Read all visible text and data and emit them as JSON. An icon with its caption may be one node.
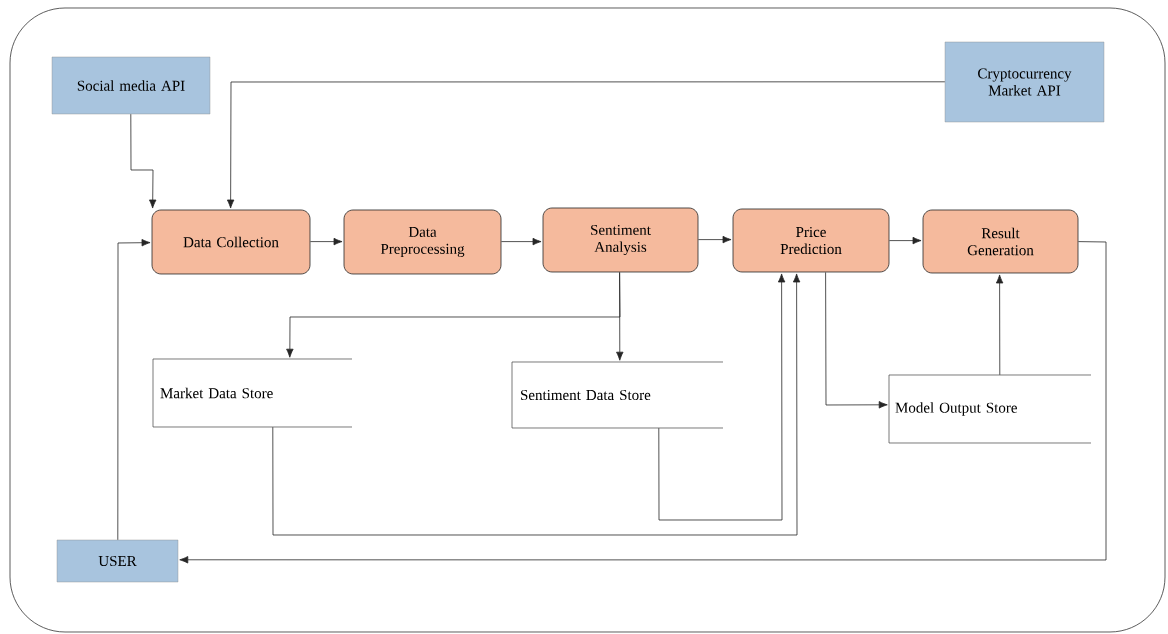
{
  "diagram": {
    "nodes": [
      {
        "text": [
          "Social media API"
        ]
      },
      {
        "text": [
          "Cryptocurrency Market API"
        ]
      },
      {
        "text": [
          "Data Collection"
        ]
      },
      {
        "text": [
          "Data Preprocessing"
        ]
      },
      {
        "text": [
          "Sentiment Analysis"
        ]
      },
      {
        "text": [
          "Price Prediction"
        ]
      },
      {
        "text": [
          "Result Generation"
        ]
      },
      {
        "text": [
          "Market Data Store"
        ]
      },
      {
        "text": [
          "Sentiment Data Store"
        ]
      },
      {
        "text": [
          "Model Output Store"
        ]
      },
      {
        "text": [
          "USER"
        ]
      }
    ],
    "edges": [
      {
        "from": 0,
        "to": 2,
        "arrow": "to"
      },
      {
        "from": 1,
        "to": 2,
        "arrow": "to"
      },
      {
        "from": 10,
        "to": 2,
        "arrow": "to"
      },
      {
        "from": 2,
        "to": 3,
        "arrow": "to"
      },
      {
        "from": 3,
        "to": 4,
        "arrow": "to"
      },
      {
        "from": 4,
        "to": 5,
        "arrow": "to"
      },
      {
        "from": 5,
        "to": 6,
        "arrow": "to"
      },
      {
        "from": 4,
        "to": 7,
        "arrow": "to"
      },
      {
        "from": 4,
        "to": 8,
        "arrow": "to"
      },
      {
        "from": 7,
        "to": 5,
        "arrow": "to"
      },
      {
        "from": 8,
        "to": 5,
        "arrow": "to"
      },
      {
        "from": 5,
        "to": 9,
        "arrow": "to"
      },
      {
        "from": 9,
        "to": 6,
        "arrow": "to"
      },
      {
        "from": 6,
        "to": 10,
        "arrow": "to"
      }
    ]
  }
}
